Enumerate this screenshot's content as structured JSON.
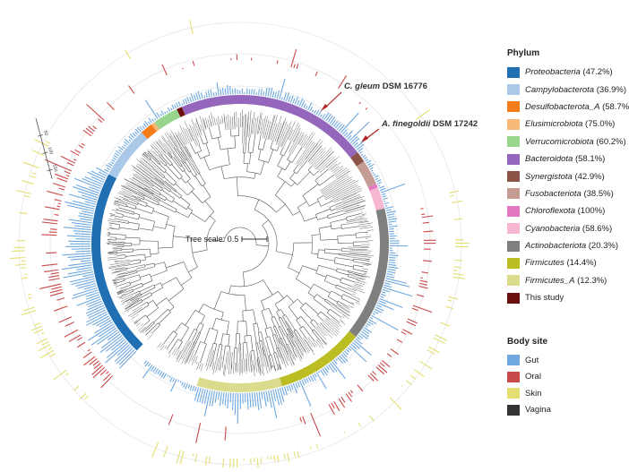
{
  "tree": {
    "scale_label": "Tree scale: 0.5"
  },
  "annotations": [
    {
      "italic": "C. gleum",
      "rest": " DSM 16776"
    },
    {
      "italic": "A. finegoldii",
      "rest": " DSM 17242"
    }
  ],
  "radial_axis": {
    "tick_labels": [
      "50",
      "100",
      "150"
    ]
  },
  "phylum_legend": {
    "title": "Phylum",
    "items": [
      {
        "name": "Proteobacteria",
        "pct": " (47.2%)",
        "color": "#1f6fb2",
        "italic": true
      },
      {
        "name": "Campylobacterota",
        "pct": " (36.9%)",
        "color": "#aac8e8",
        "italic": true
      },
      {
        "name": "Desulfobacterota_A",
        "pct": " (58.7%)",
        "color": "#f47c1b",
        "italic": true
      },
      {
        "name": "Elusimicrobiota",
        "pct": " (75.0%)",
        "color": "#f7b878",
        "italic": true
      },
      {
        "name": "Verrucomicrobiota",
        "pct": " (60.2%)",
        "color": "#99d58c",
        "italic": true
      },
      {
        "name": "Bacteroidota",
        "pct": " (58.1%)",
        "color": "#9467bd",
        "italic": true
      },
      {
        "name": "Synergistota",
        "pct": " (42.9%)",
        "color": "#8c5449",
        "italic": true
      },
      {
        "name": "Fusobacteriota",
        "pct": " (38.5%)",
        "color": "#c49c94",
        "italic": true
      },
      {
        "name": "Chloroflexota",
        "pct": " (100%)",
        "color": "#e377c2",
        "italic": true
      },
      {
        "name": "Cyanobacteria",
        "pct": " (58.6%)",
        "color": "#f7b6d2",
        "italic": true
      },
      {
        "name": "Actinobacteriota",
        "pct": " (20.3%)",
        "color": "#7f7f7f",
        "italic": true
      },
      {
        "name": "Firmicutes",
        "pct": " (14.4%)",
        "color": "#bcbd22",
        "italic": true
      },
      {
        "name": "Firmicutes_A",
        "pct": " (12.3%)",
        "color": "#dbdb8d",
        "italic": true
      },
      {
        "name": "This study",
        "pct": "",
        "color": "#6b0f0f",
        "italic": false
      }
    ]
  },
  "bodysite_legend": {
    "title": "Body site",
    "items": [
      {
        "name": "Gut",
        "color": "#6fa8e0"
      },
      {
        "name": "Oral",
        "color": "#c94a4a"
      },
      {
        "name": "Skin",
        "color": "#e4de72"
      },
      {
        "name": "Vagina",
        "color": "#333333"
      }
    ]
  },
  "phylum_arc_order": [
    "Proteobacteria",
    "Campylobacterota",
    "Desulfobacterota_A",
    "Elusimicrobiota",
    "Verrucomicrobiota",
    "This study",
    "Bacteroidota",
    "Synergistota",
    "Fusobacteriota",
    "Chloroflexota",
    "Cyanobacteria",
    "Actinobacteriota",
    "Firmicutes",
    "Firmicutes_A"
  ],
  "phylum_arc_fractions": [
    0.208,
    0.058,
    0.014,
    0.004,
    0.028,
    0.006,
    0.212,
    0.012,
    0.028,
    0.004,
    0.024,
    0.148,
    0.098,
    0.094
  ]
}
